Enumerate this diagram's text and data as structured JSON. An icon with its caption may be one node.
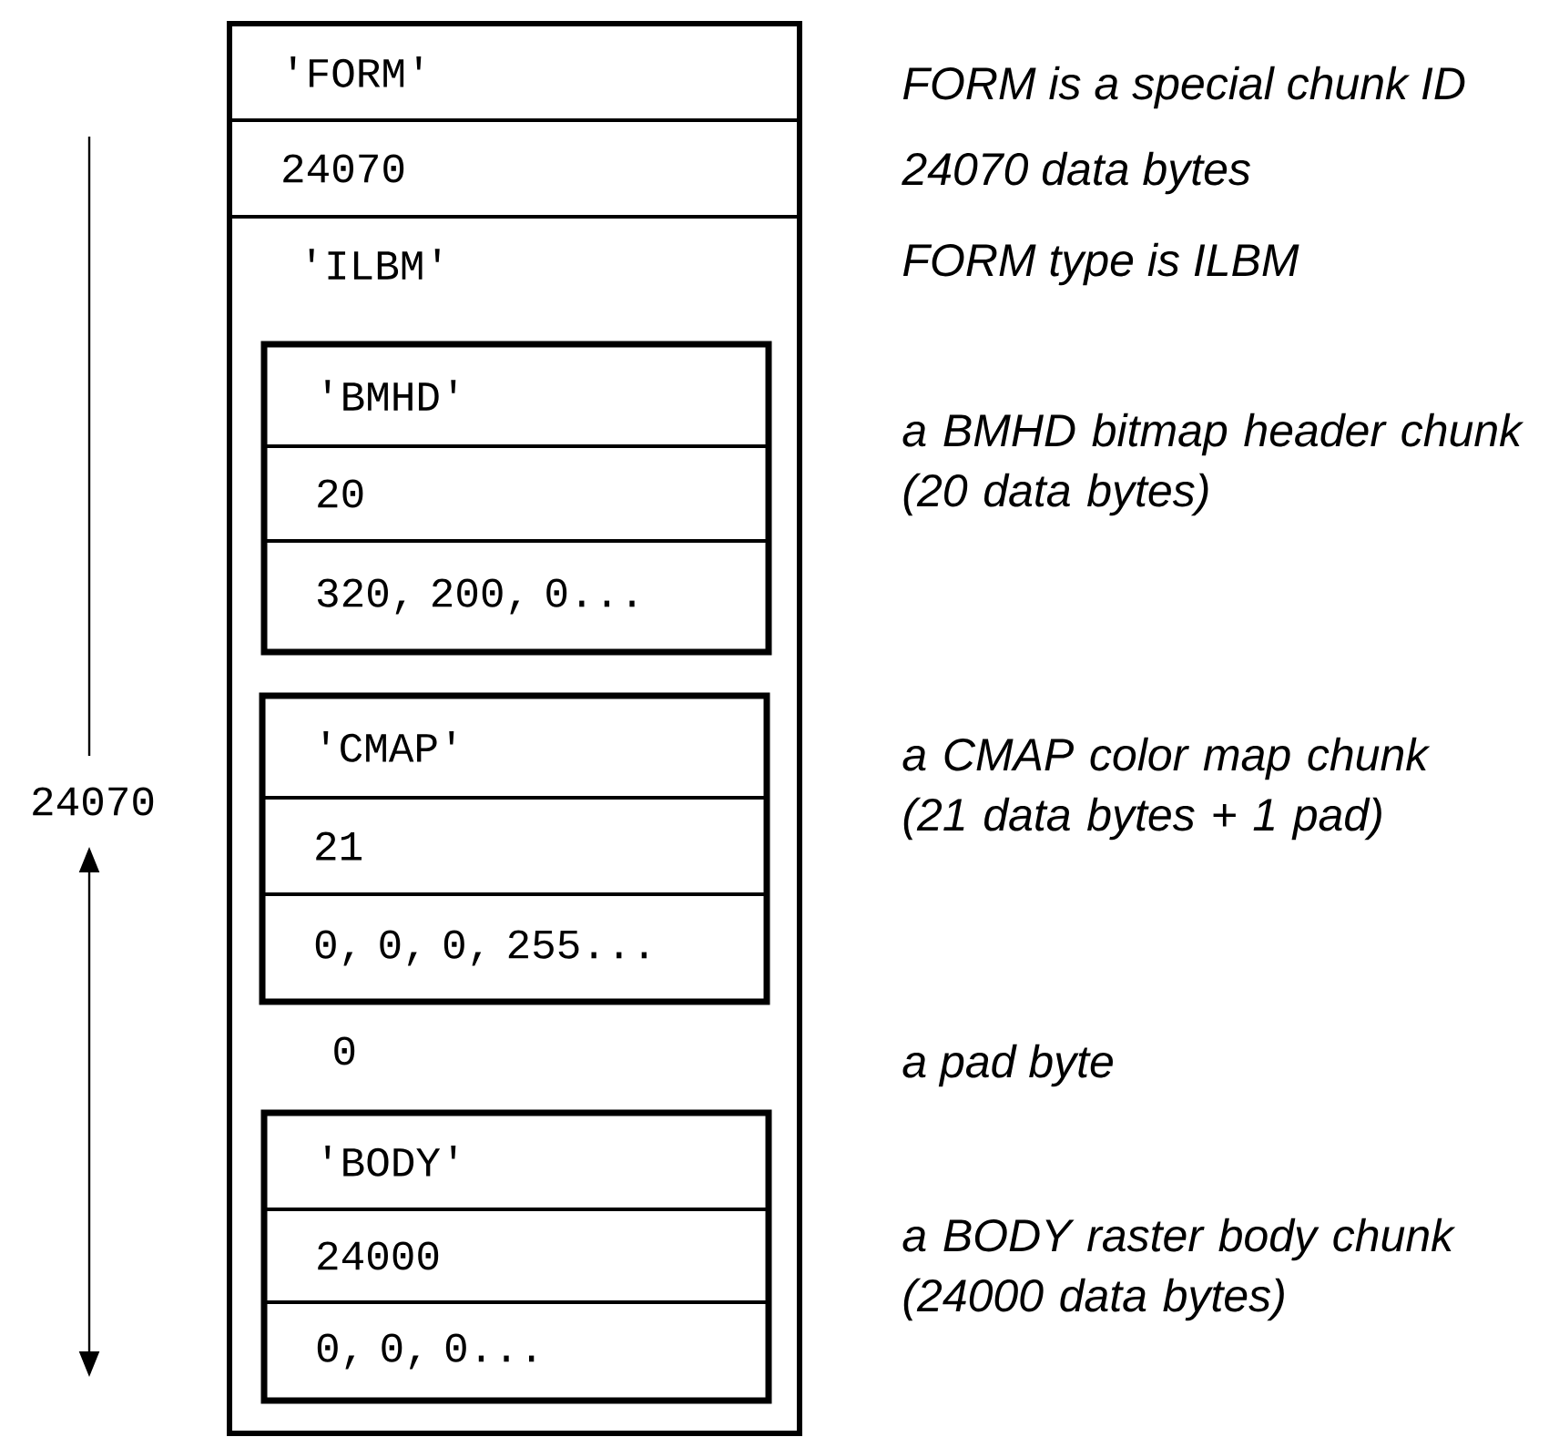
{
  "diagram": {
    "nodes": [
      {
        "text": [],
        "shape": "box"
      },
      {
        "text": [
          "'FORM'"
        ],
        "in": 0
      },
      {
        "text": [
          "24070"
        ],
        "in": 0
      },
      {
        "text": [
          "'ILBM'"
        ],
        "in": 0
      },
      {
        "text": [],
        "shape": "box",
        "in": 0
      },
      {
        "text": [
          "'BMHD'"
        ],
        "in": 4
      },
      {
        "text": [
          "20"
        ],
        "in": 4
      },
      {
        "text": [
          "320, 200, 0..."
        ],
        "in": 4
      },
      {
        "text": [],
        "shape": "box",
        "in": 0
      },
      {
        "text": [
          "'CMAP'"
        ],
        "in": 8
      },
      {
        "text": [
          "21"
        ],
        "in": 8
      },
      {
        "text": [
          "0, 0, 0, 255..."
        ],
        "in": 8
      },
      {
        "text": [
          "0"
        ],
        "in": 0
      },
      {
        "text": [],
        "shape": "box",
        "in": 0
      },
      {
        "text": [
          "'BODY'"
        ],
        "in": 13
      },
      {
        "text": [
          "24000"
        ],
        "in": 13
      },
      {
        "text": [
          "0, 0, 0..."
        ],
        "in": 13
      }
    ],
    "labels": [
      "FORM is a special chunk ID",
      "24070 data bytes",
      "FORM type is ILBM",
      "a BMHD bitmap header chunk (20 data bytes)",
      "a CMAP color map chunk (21 data bytes + 1 pad)",
      "24070",
      "a pad byte",
      "a BODY raster body chunk (24000 data bytes)"
    ]
  }
}
